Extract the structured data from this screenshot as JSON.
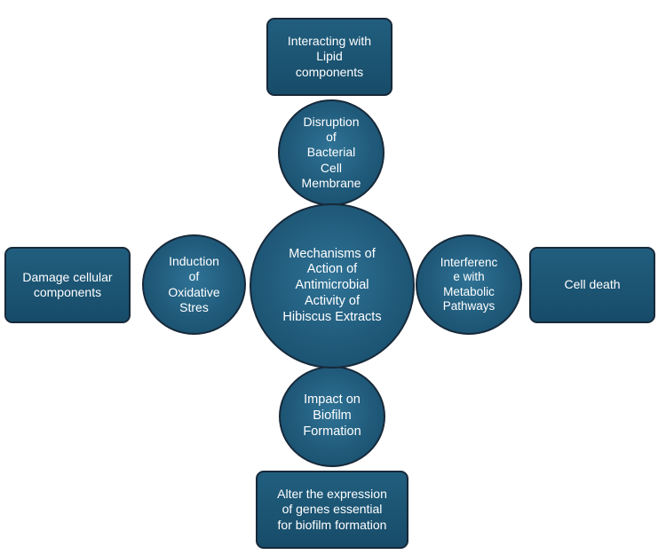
{
  "diagram": {
    "center": {
      "label": "Mechanisms of\nAction of\nAntimicrobial\nActivity of\nHibiscus Extracts"
    },
    "mechanisms": {
      "top": {
        "label": "Disruption\nof\nBacterial\nCell\nMembrane"
      },
      "left": {
        "label": "Induction\nof\nOxidative\nStres"
      },
      "right": {
        "label": "Interferenc\ne with\nMetabolic\nPathways"
      },
      "bottom": {
        "label": "Impact on\nBiofilm\nFormation"
      }
    },
    "outcomes": {
      "top": {
        "label": "Interacting with\nLipid\ncomponents"
      },
      "left": {
        "label": "Damage cellular\ncomponents"
      },
      "right": {
        "label": "Cell death"
      },
      "bottom": {
        "label": "Alter the expression\nof genes essential\nfor biofilm formation"
      }
    }
  },
  "colors": {
    "node_fill": "#205a7a",
    "node_border": "#17293a",
    "text": "#ffffff"
  }
}
